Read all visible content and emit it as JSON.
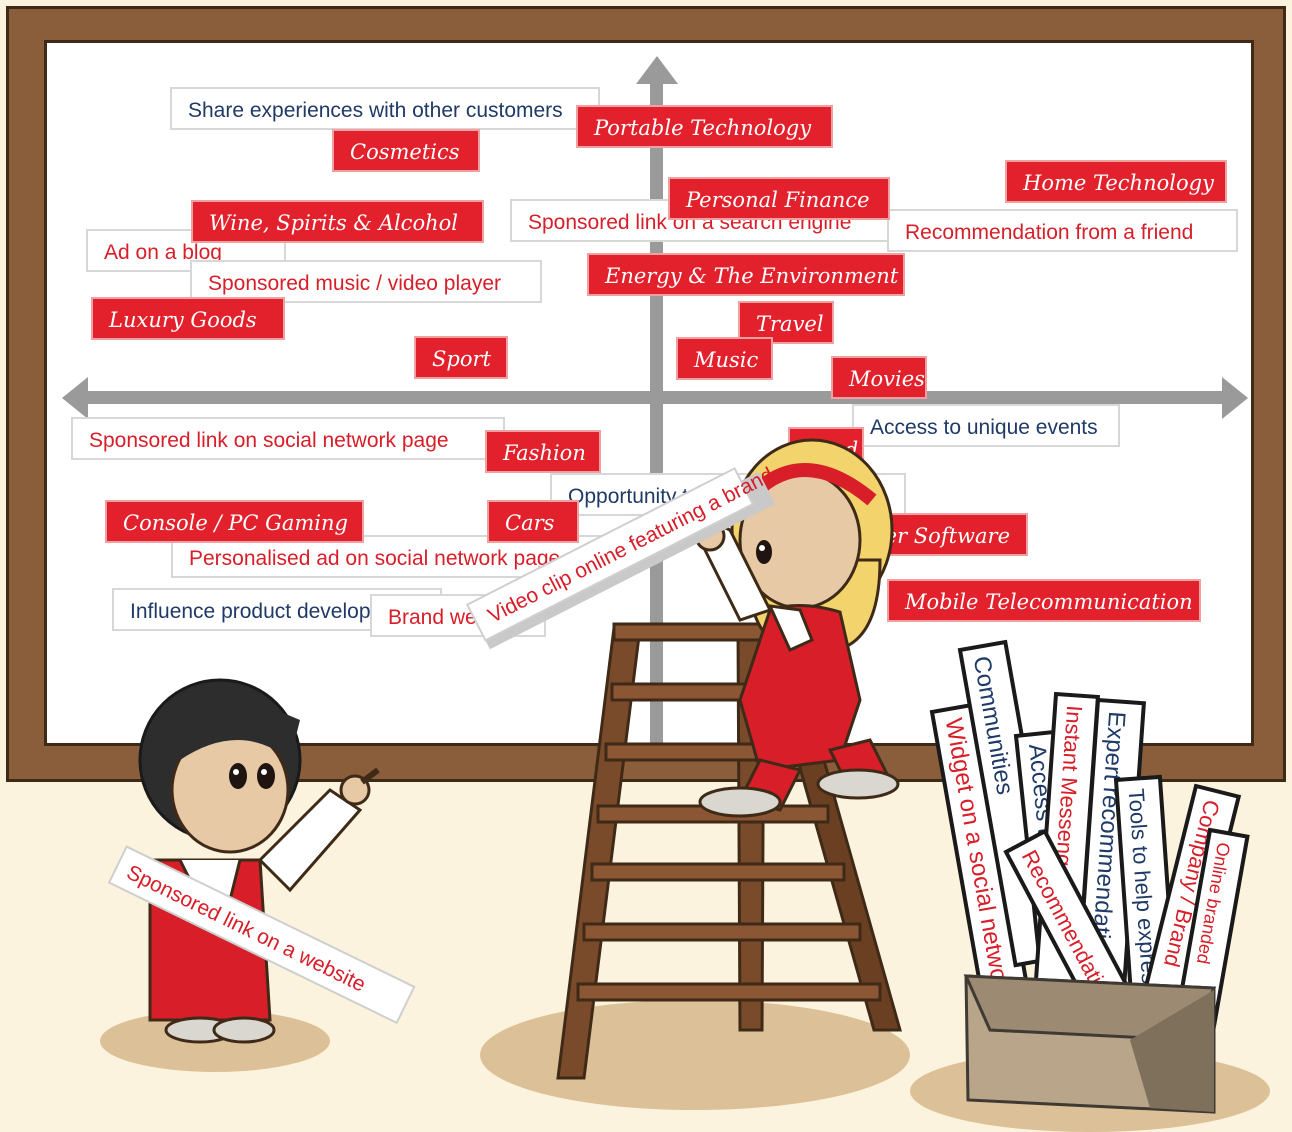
{
  "colors": {
    "frame": "#8a5e3b",
    "board": "#ffffff",
    "axis": "#9a9a9a",
    "category_red": "#e2212c",
    "text_blue": "#1f3a66",
    "text_red": "#d71e29",
    "floor": "#fbf3dd"
  },
  "labels": {
    "share": "Share experiences with other customers",
    "portable": "Portable Technology",
    "cosmetics": "Cosmetics",
    "home_tech": "Home Technology",
    "personal_finance": "Personal Finance",
    "wine": "Wine, Spirits & Alcohol",
    "sponsored_search": "Sponsored link on a search engine",
    "recommendation_friend": "Recommendation from a friend",
    "ad_blog": "Ad on a blog",
    "music_player": "Sponsored music / video player",
    "energy": "Energy & The Environment",
    "luxury": "Luxury Goods",
    "travel": "Travel",
    "sport": "Sport",
    "music": "Music",
    "movies": "Movies",
    "access_events": "Access to unique events",
    "sponsored_social": "Sponsored link on social network page",
    "fashion": "Fashion",
    "food": "Food",
    "opportunity": "Opportunity to test products",
    "console": "Console / PC Gaming",
    "cars": "Cars",
    "computer_software": "Computer Software",
    "personalised_ad": "Personalised ad on social network page",
    "mobile": "Mobile Telecommunication",
    "influence": "Influence product development",
    "brand_website": "Brand website",
    "video_clip": "Video clip online featuring a brand",
    "sponsored_website": "Sponsored link on a website"
  },
  "box_strips": {
    "widget": "Widget on a social network",
    "communities": "Communities",
    "access_to": "Access to backstage",
    "recommendation": "Recommendation",
    "instant": "Instant Messenger",
    "expert": "Expert recommendation",
    "tools": "Tools to help express",
    "company": "Company / Brand",
    "online_branded": "Online branded"
  },
  "icons": {
    "boy": "boy-character-icon",
    "girl": "girl-character-icon",
    "ladder": "ladder-icon",
    "box": "cardboard-box-icon"
  }
}
